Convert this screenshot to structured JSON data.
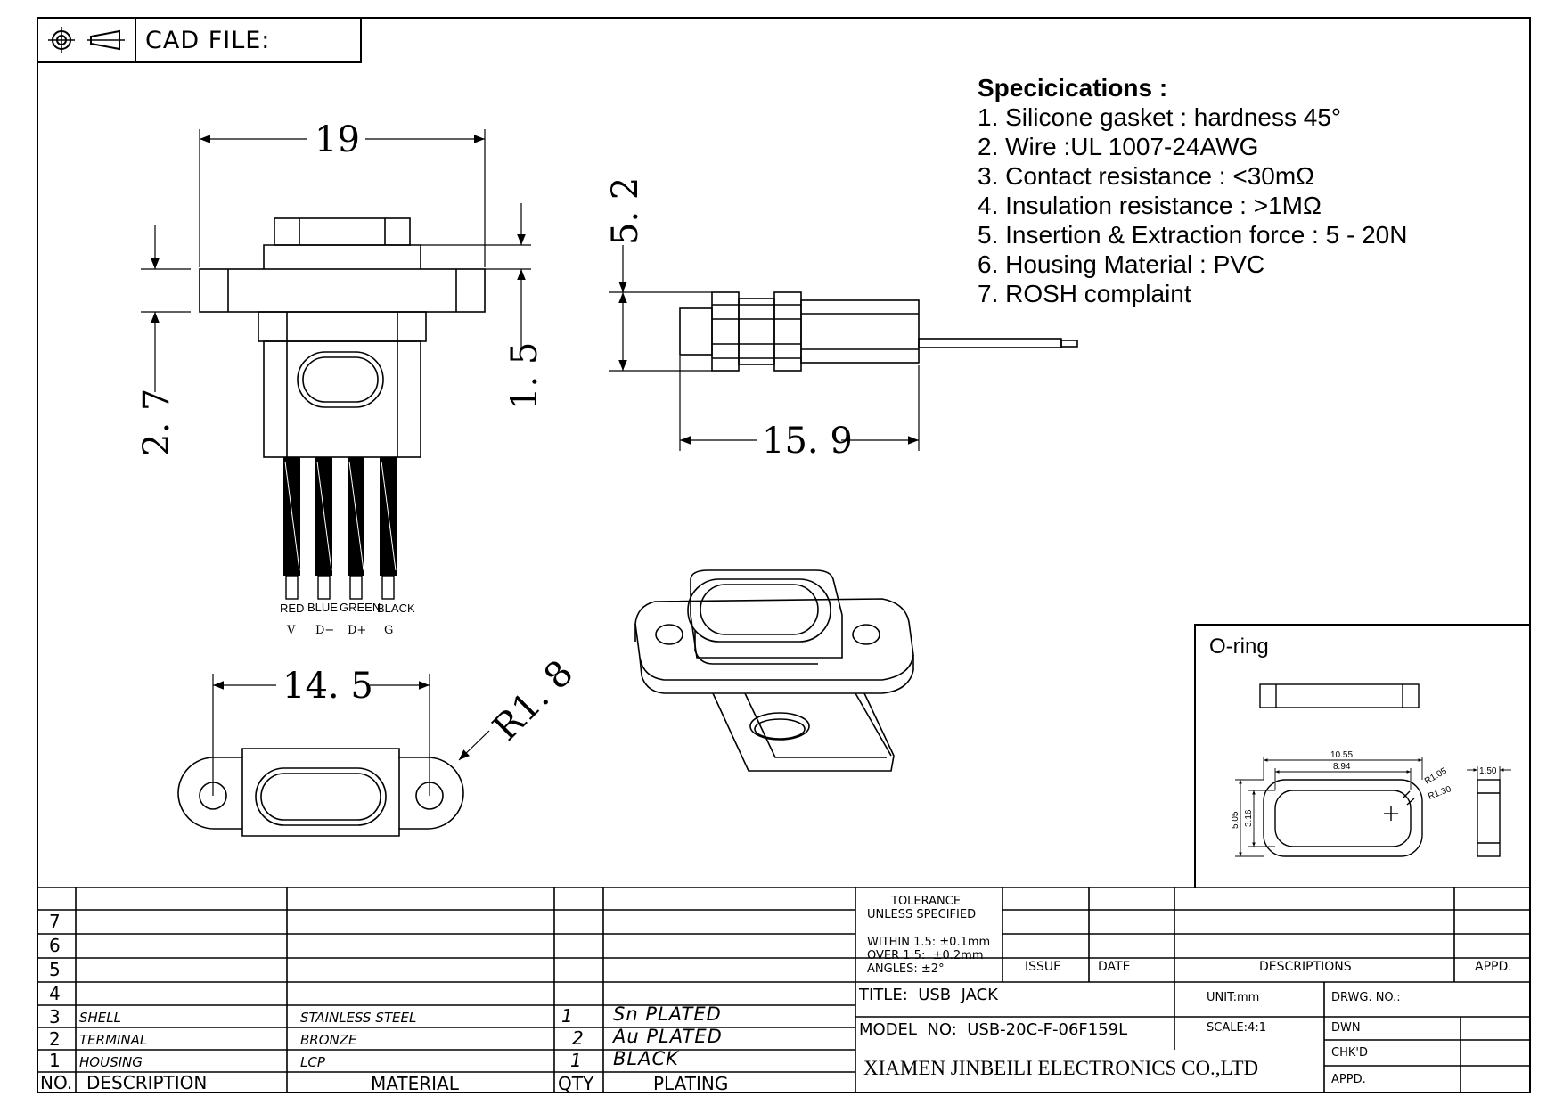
{
  "cad": {
    "label": "CAD FILE:"
  },
  "specs": {
    "title": "Specicications :",
    "items": [
      "1. Silicone gasket : hardness 45°",
      "2. Wire :UL 1007-24AWG",
      "3. Contact resistance : <30mΩ",
      "4. Insulation resistance : >1MΩ",
      "5. Insertion & Extraction force : 5 - 20N",
      "6. Housing Material : PVC",
      "7. ROSH complaint"
    ]
  },
  "dims": {
    "width_top": "19",
    "height_left": "2. 7",
    "height_right": "1. 5",
    "side_height": "5. 2",
    "side_length": "15. 9",
    "hole_pitch": "14. 5",
    "radius": "R1. 8"
  },
  "wires": {
    "colors": [
      "RED",
      "BLUE",
      "GREEN",
      "BLACK"
    ],
    "pins": [
      "V",
      "D−",
      "D+",
      "G"
    ]
  },
  "oring": {
    "title": "O-ring",
    "dim_outer_w": "10.55",
    "dim_inner_w": "8.94",
    "dim_outer_h": "5.05",
    "dim_inner_h": "3.16",
    "r_inner": "R1.05",
    "r_outer": "R1.30",
    "thickness": "1.50"
  },
  "bom": {
    "rows": [
      {
        "no": "7",
        "desc": "",
        "material": "",
        "qty": "",
        "plating": ""
      },
      {
        "no": "6",
        "desc": "",
        "material": "",
        "qty": "",
        "plating": ""
      },
      {
        "no": "5",
        "desc": "",
        "material": "",
        "qty": "",
        "plating": ""
      },
      {
        "no": "4",
        "desc": "",
        "material": "",
        "qty": "",
        "plating": ""
      },
      {
        "no": "3",
        "desc": "SHELL",
        "material": "STAINLESS STEEL",
        "qty": "1",
        "plating": "Sn PLATED"
      },
      {
        "no": "2",
        "desc": "TERMINAL",
        "material": "BRONZE",
        "qty": "2",
        "plating": "Au PLATED"
      },
      {
        "no": "1",
        "desc": "HOUSING",
        "material": "LCP",
        "qty": "1",
        "plating": "BLACK"
      }
    ],
    "header": {
      "no": "NO.",
      "desc": "DESCRIPTION",
      "material": "MATERIAL",
      "qty": "QTY",
      "plating": "PLATING"
    }
  },
  "tolerance": {
    "title1": "TOLERANCE",
    "title2": "UNLESS SPECIFIED",
    "line1": "WITHIN 1.5: ±0.1mm",
    "line2": "OVER 1.5:  ±0.2mm",
    "line3": "ANGLES: ±2°"
  },
  "revision": {
    "issue": "ISSUE",
    "date": "DATE",
    "desc": "DESCRIPTIONS",
    "appd": "APPD."
  },
  "title_block": {
    "title": "TITLE:  USB  JACK",
    "model": "MODEL  NO:  USB-20C-F-06F159L",
    "company": "XIAMEN JINBEILI ELECTRONICS CO.,LTD",
    "unit": "UNIT:mm",
    "scale": "SCALE:4:1",
    "drwg": "DRWG. NO.:",
    "dwn": "DWN",
    "chkd": "CHK'D",
    "appd": "APPD."
  }
}
